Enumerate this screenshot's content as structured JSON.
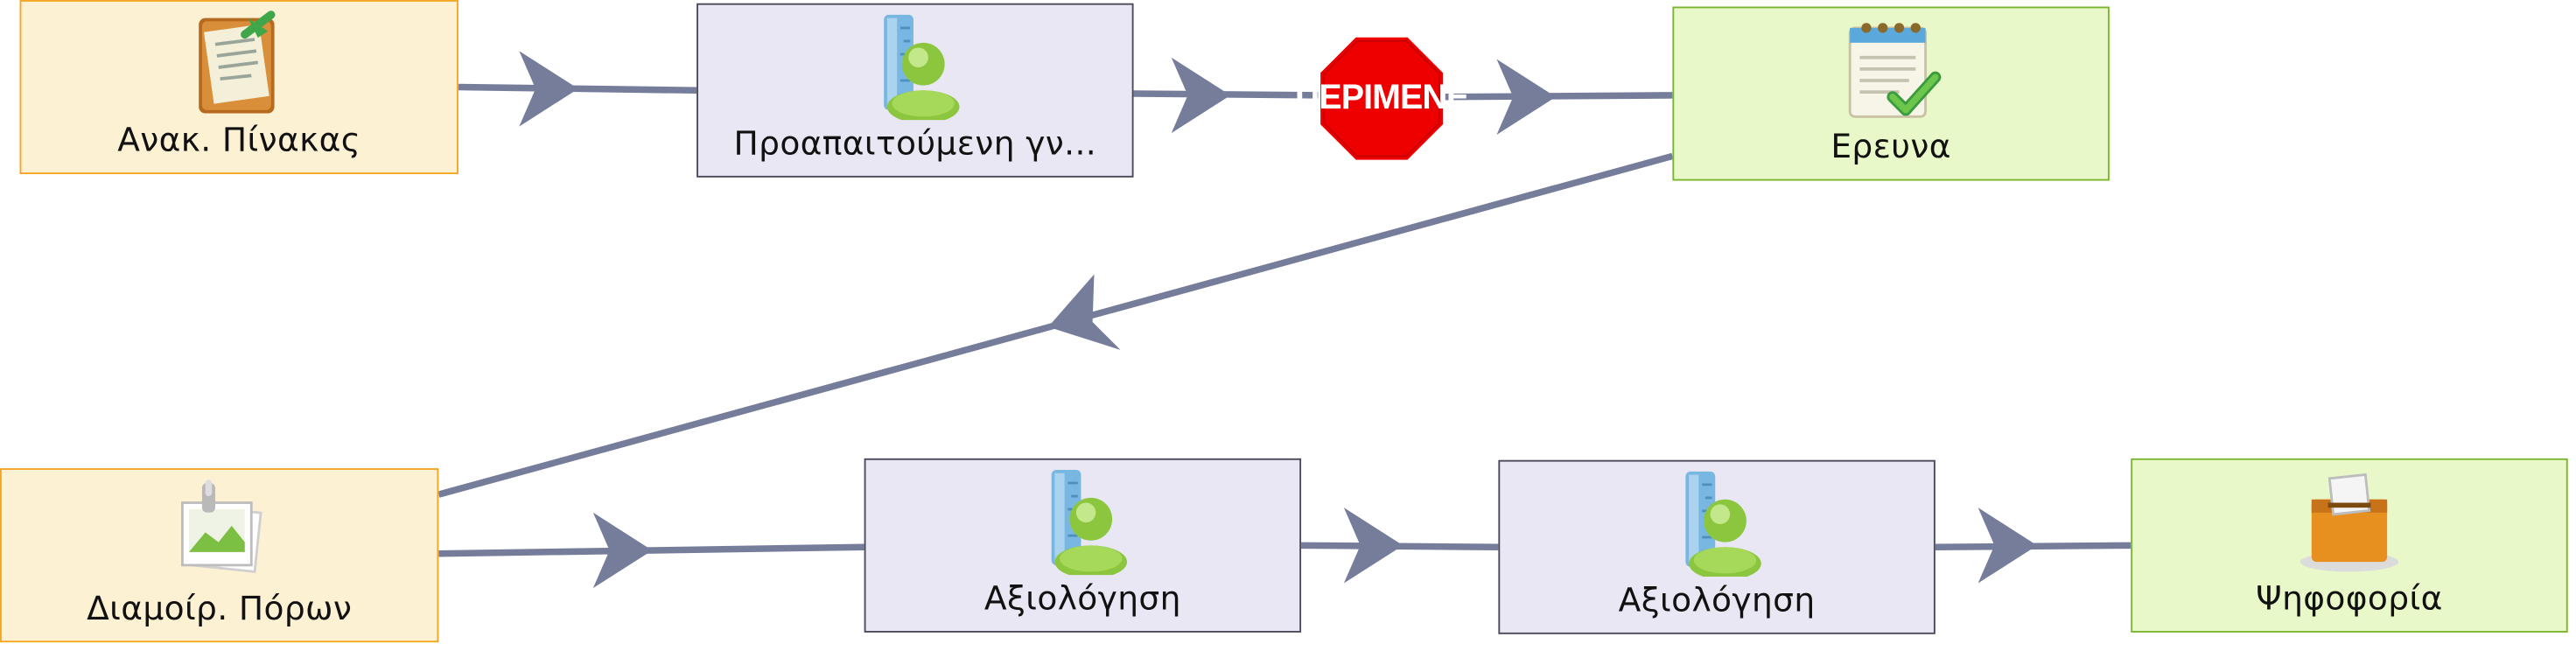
{
  "diagram": {
    "colors": {
      "connector": "#767d9b",
      "start_fill": "#fdf1d3",
      "start_border": "#f5a623",
      "task_fill": "#e8e7f3",
      "task_border": "#4a4a5a",
      "done_fill": "#e9f8c8",
      "done_border": "#7ab530",
      "stop_fill": "#ee0000"
    },
    "nodes": {
      "board": {
        "label": "Ανακ. Πίνακας",
        "icon": "clipboard-icon"
      },
      "prerequisite": {
        "label": "Προαπαιτούμενη γν...",
        "icon": "user-ruler-icon"
      },
      "wait": {
        "label": "ΠΕΡΙΜΕΝΕ",
        "icon": "stop-sign-icon"
      },
      "research": {
        "label": "Ερευνα",
        "icon": "notepad-check-icon"
      },
      "resources": {
        "label": "Διαμοίρ. Πόρων",
        "icon": "pinned-photos-icon"
      },
      "evaluation1": {
        "label": "Αξιολόγηση",
        "icon": "user-ruler-icon"
      },
      "evaluation2": {
        "label": "Αξιολόγηση",
        "icon": "user-ruler-icon"
      },
      "voting": {
        "label": "Ψηφοφορία",
        "icon": "ballot-box-icon"
      }
    }
  }
}
